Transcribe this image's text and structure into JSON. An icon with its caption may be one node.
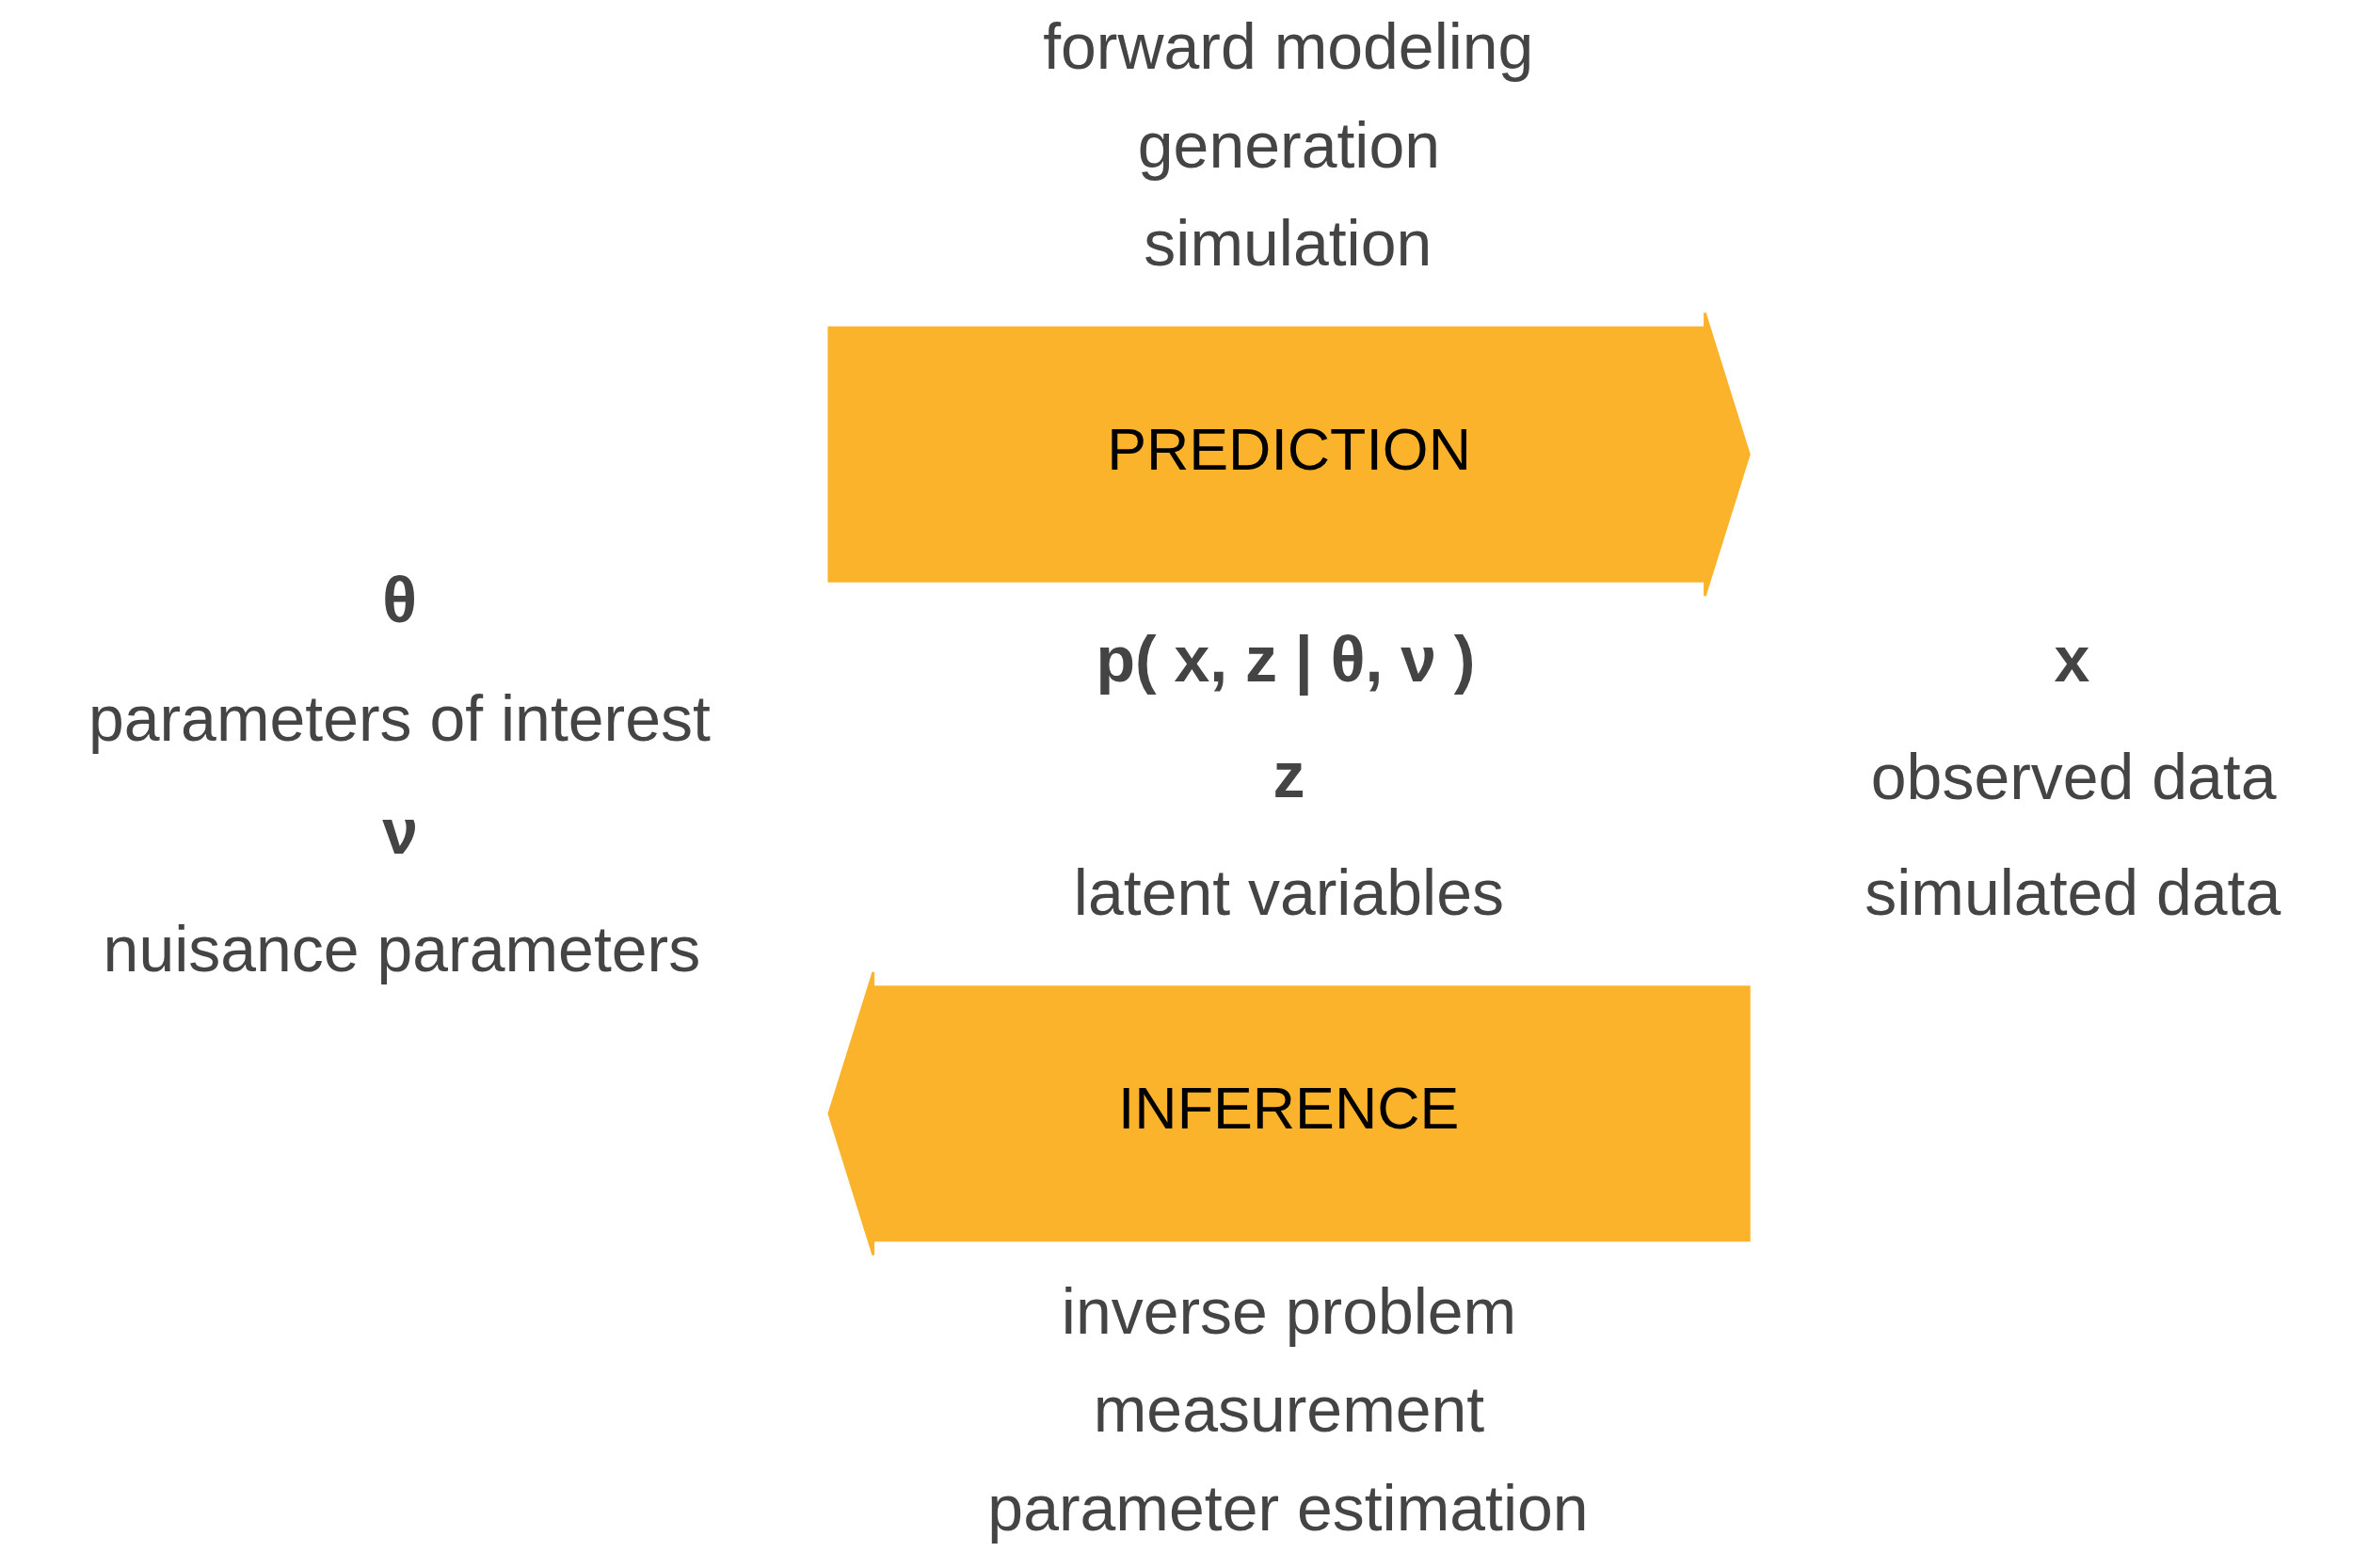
{
  "diagram": {
    "nodes": [
      {
        "text": [
          "PREDICTION"
        ],
        "beside": [
          "forward modeling",
          "generation",
          "simulation"
        ]
      },
      {
        "text": [
          "INFERENCE"
        ],
        "beside": [
          "inverse problem",
          "measurement",
          "parameter estimation"
        ]
      }
    ],
    "labels": [
      "θ",
      "parameters of interest",
      "p( x, z | θ, ν )",
      "x",
      "observed data",
      "simulated data",
      "z",
      "latent variables",
      "ν",
      "nuisance parameters"
    ]
  }
}
